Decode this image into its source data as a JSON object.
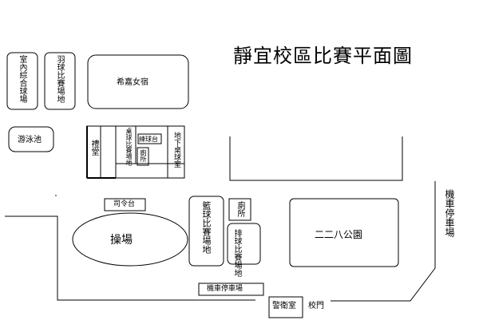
{
  "title": "靜宜校區比賽平面圖",
  "labels": {
    "indoor_court": "室內綜合球場",
    "badminton": "羽球比賽場地",
    "dorm": "希嘉女宿",
    "pool": "游泳池",
    "auditorium": "禮堂",
    "table_tennis_venue": "桌球比賽場地",
    "practice_table": "練球台",
    "restroom_1": "廁所",
    "basement_table_tennis": "地下桌球室",
    "podium": "司令台",
    "playground": "操場",
    "basketball": "籃球比賽場地",
    "restroom_2": "廁所",
    "volleyball": "排球比賽場地",
    "park_228": "二二八公園",
    "motorcycle_parking_right": "機車停車場",
    "motorcycle_parking_bottom": "機車停車場",
    "guard_room": "警衛室",
    "school_gate": "校門"
  }
}
